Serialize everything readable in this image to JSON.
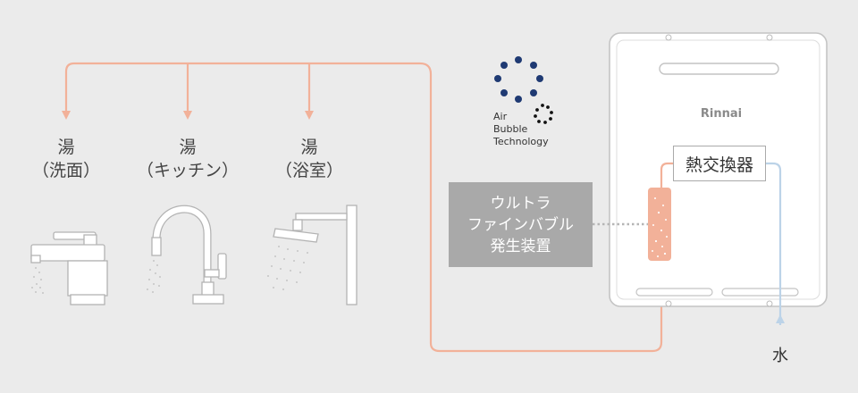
{
  "outlets": [
    {
      "line1": "湯",
      "line2": "（洗面）"
    },
    {
      "line1": "湯",
      "line2": "（キッチン）"
    },
    {
      "line1": "湯",
      "line2": "（浴室）"
    }
  ],
  "air_bubble": {
    "line1": "Air",
    "line2": "Bubble",
    "line3": "Technology"
  },
  "ultrafine": {
    "line1": "ウルトラ",
    "line2": "ファインバブル",
    "line3": "発生装置"
  },
  "heater": {
    "brand": "Rinnai",
    "exchanger_label": "熱交換器"
  },
  "water_label": "水",
  "colors": {
    "hot_line": "#f2b199",
    "cold_line": "#bcd3e8",
    "logo_dots": "#1f3a73"
  }
}
